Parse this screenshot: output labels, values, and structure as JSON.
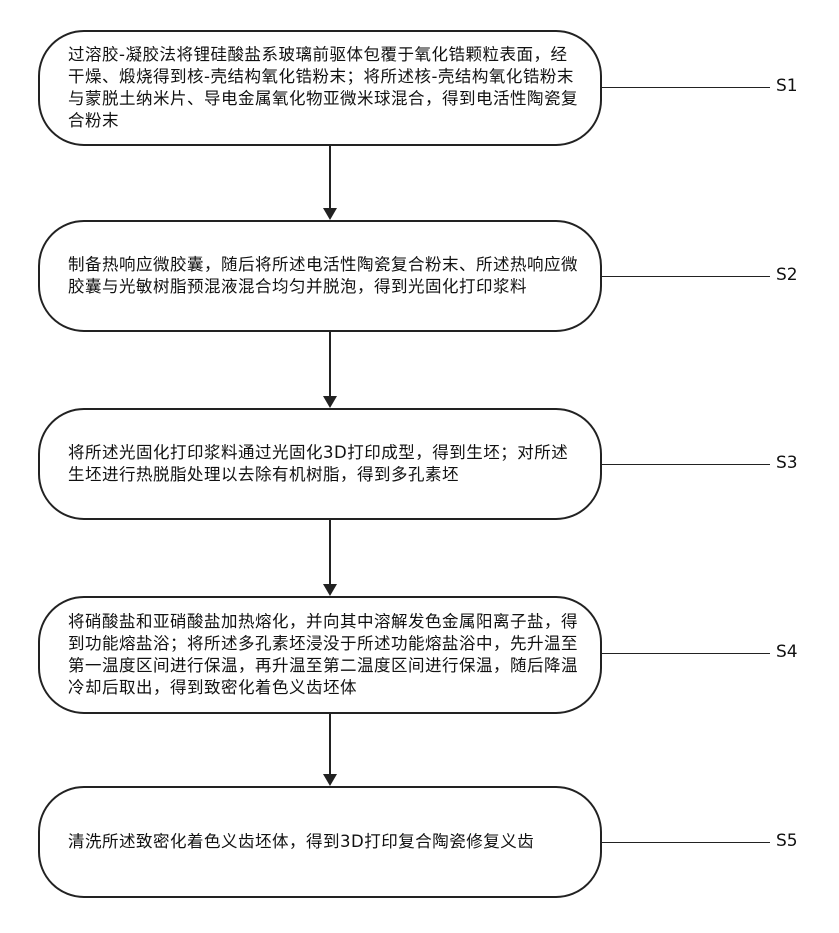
{
  "steps": [
    {
      "label": "S1",
      "text": "过溶胶-凝胶法将锂硅酸盐系玻璃前驱体包覆于氧化锆颗粒表面，经干燥、煅烧得到核-壳结构氧化锆粉末；将所述核-壳结构氧化锆粉末与蒙脱土纳米片、导电金属氧化物亚微米球混合，得到电活性陶瓷复合粉末"
    },
    {
      "label": "S2",
      "text": "制备热响应微胶囊，随后将所述电活性陶瓷复合粉末、所述热响应微胶囊与光敏树脂预混液混合均匀并脱泡，得到光固化打印浆料"
    },
    {
      "label": "S3",
      "text": "将所述光固化打印浆料通过光固化3D打印成型，得到生坯；对所述生坯进行热脱脂处理以去除有机树脂，得到多孔素坯"
    },
    {
      "label": "S4",
      "text": "将硝酸盐和亚硝酸盐加热熔化，并向其中溶解发色金属阳离子盐，得到功能熔盐浴；将所述多孔素坯浸没于所述功能熔盐浴中，先升温至第一温度区间进行保温，再升温至第二温度区间进行保温，随后降温冷却后取出，得到致密化着色义齿坯体"
    },
    {
      "label": "S5",
      "text": "清洗所述致密化着色义齿坯体，得到3D打印复合陶瓷修复义齿"
    }
  ]
}
